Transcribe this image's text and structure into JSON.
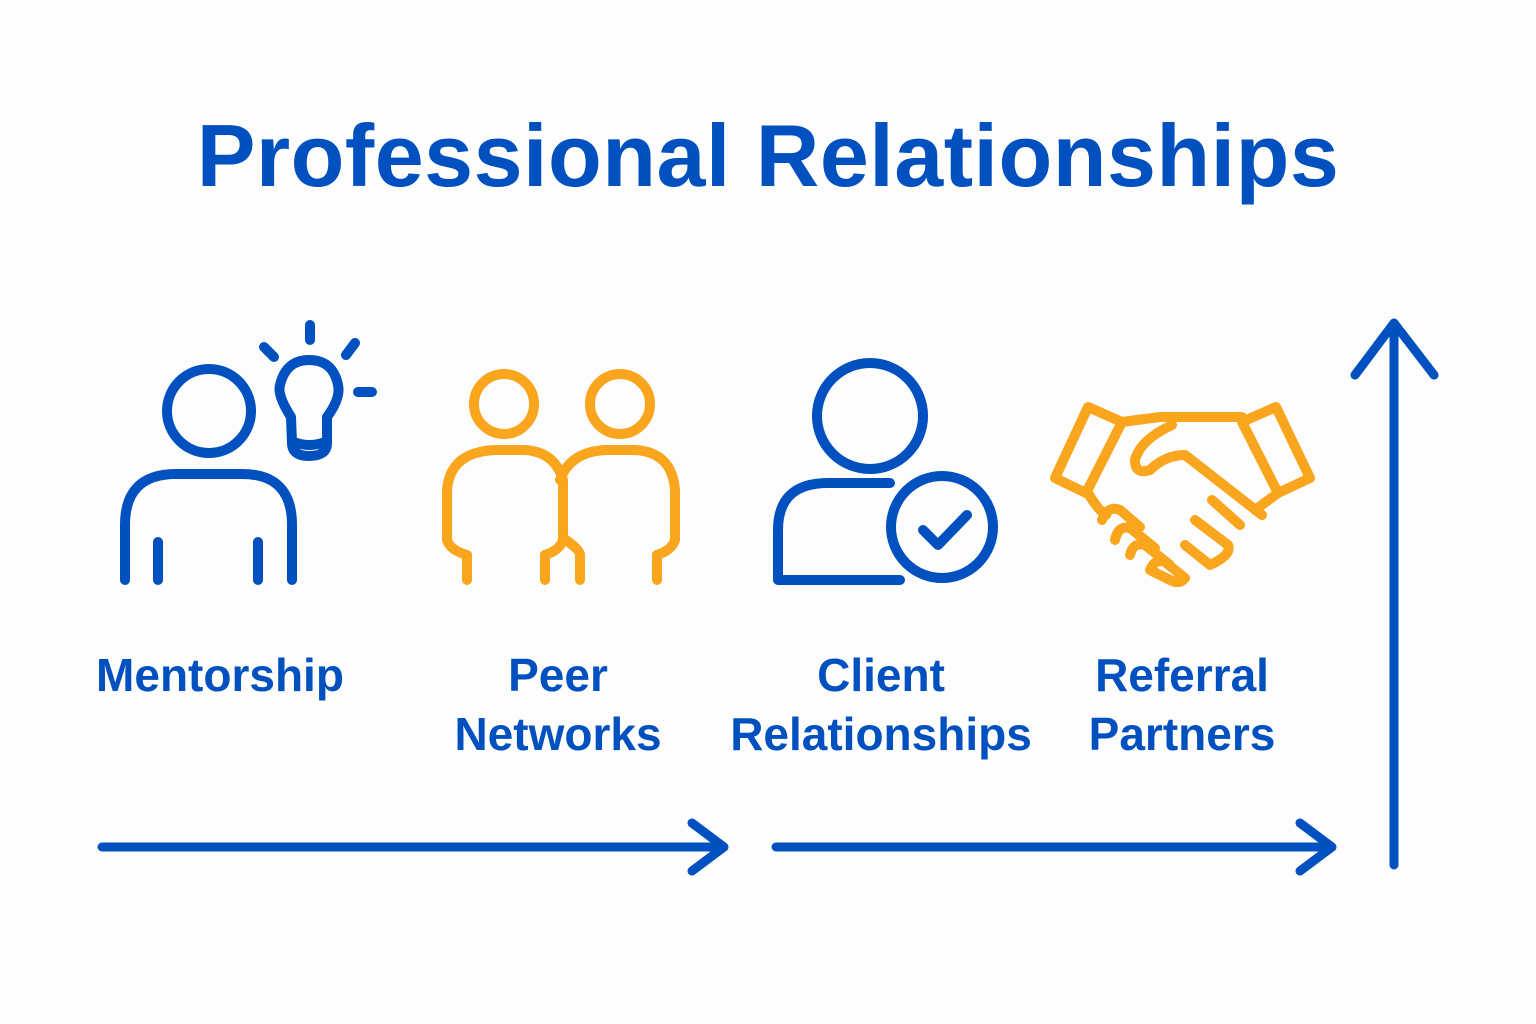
{
  "title": "Professional Relationships",
  "colors": {
    "blue": "#0050c0",
    "orange": "#f9a51e"
  },
  "items": [
    {
      "lines": [
        "Mentorship"
      ],
      "icon": "person-lightbulb-icon"
    },
    {
      "lines": [
        "Peer",
        "Networks"
      ],
      "icon": "two-people-icon"
    },
    {
      "lines": [
        "Client",
        "Relationships"
      ],
      "icon": "person-check-icon"
    },
    {
      "lines": [
        "Referral",
        "Partners"
      ],
      "icon": "handshake-icon"
    }
  ]
}
